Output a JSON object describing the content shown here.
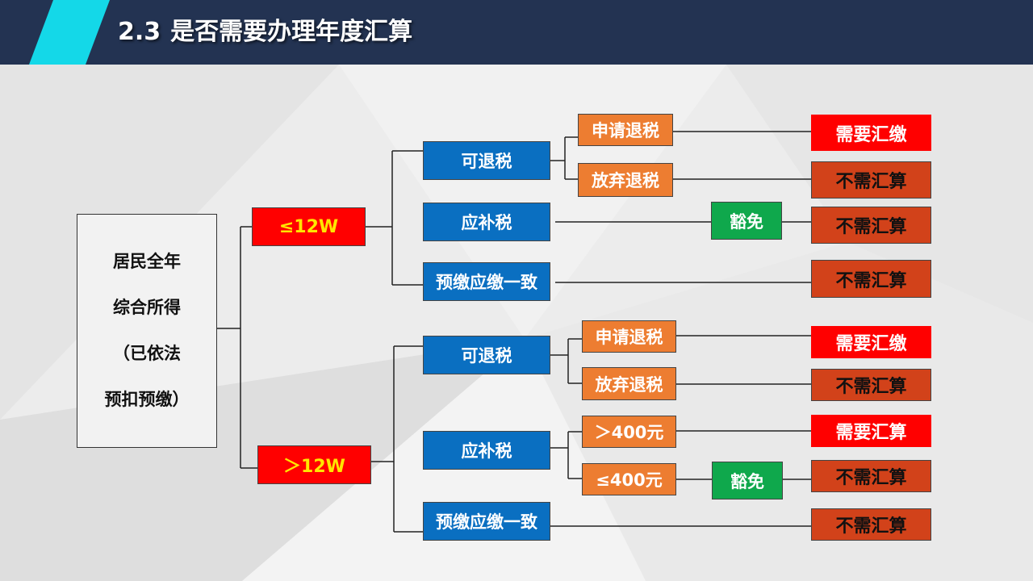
{
  "header": {
    "section_number": "2.3",
    "title": "是否需要办理年度汇算"
  },
  "colors": {
    "header_bg": "#233352",
    "accent": "#14d8e8",
    "income_branch": "#ff0000",
    "tax_status": "#0a6fc1",
    "choice": "#ed7d31",
    "exempt": "#0fa84c",
    "need_filing": "#ff0000",
    "no_filing": "#d2421a"
  },
  "root": {
    "lines": [
      "居民全年",
      "综合所得",
      "（已依法",
      "预扣预缴）"
    ]
  },
  "branches": {
    "le12w": {
      "label": "≤12W",
      "refund": {
        "label": "可退税",
        "apply": "申请退税",
        "apply_result": "需要汇缴",
        "waive": "放弃退税",
        "waive_result": "不需汇算"
      },
      "supplement": {
        "label": "应补税",
        "exempt": "豁免",
        "result": "不需汇算"
      },
      "equal": {
        "label": "预缴应缴一致",
        "result": "不需汇算"
      }
    },
    "gt12w": {
      "label": "＞12W",
      "refund": {
        "label": "可退税",
        "apply": "申请退税",
        "apply_result": "需要汇缴",
        "waive": "放弃退税",
        "waive_result": "不需汇算"
      },
      "supplement": {
        "label": "应补税",
        "over400": "＞400元",
        "over400_result": "需要汇算",
        "under400": "≤400元",
        "exempt": "豁免",
        "under400_result": "不需汇算"
      },
      "equal": {
        "label": "预缴应缴一致",
        "result": "不需汇算"
      }
    }
  }
}
